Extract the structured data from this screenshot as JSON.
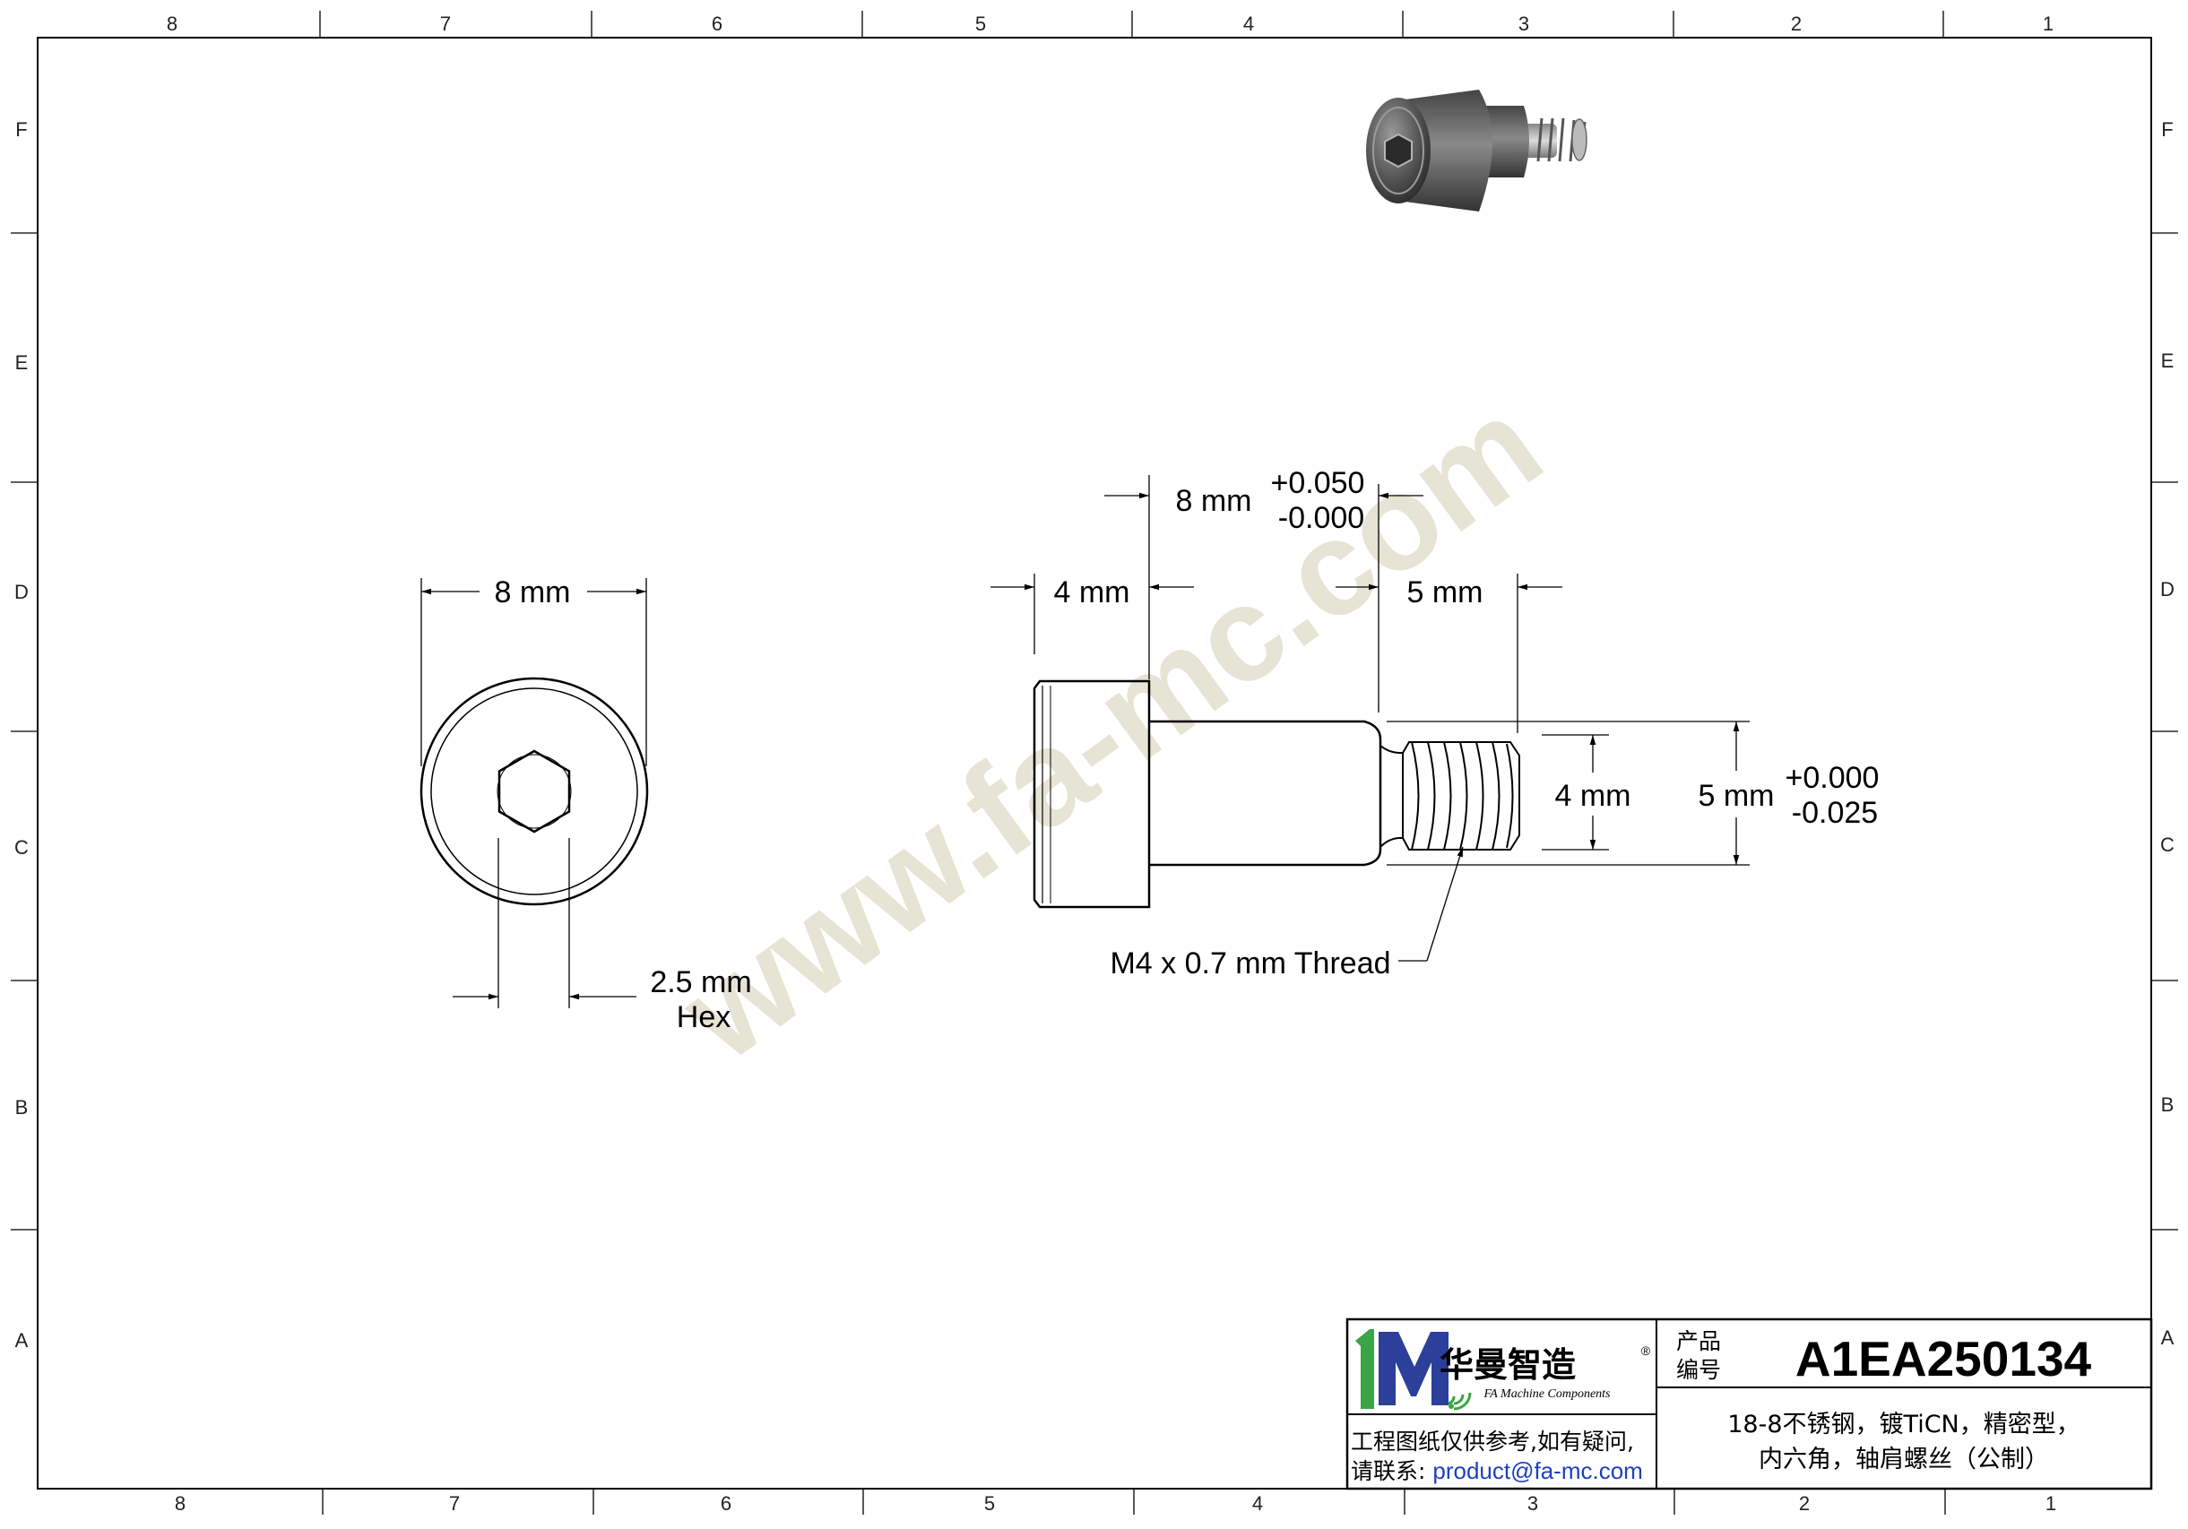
{
  "zones": {
    "columns": [
      "8",
      "7",
      "6",
      "5",
      "4",
      "3",
      "2",
      "1"
    ],
    "rows": [
      "F",
      "E",
      "D",
      "C",
      "B",
      "A"
    ]
  },
  "watermark": "www.fa-mc.com",
  "front_view": {
    "diameter_label": "8 mm",
    "hex_size_label": "2.5 mm",
    "hex_word": "Hex"
  },
  "side_view": {
    "head_height_label": "4 mm",
    "shoulder_length_label": "8 mm",
    "shoulder_length_tol_plus": "+0.050",
    "shoulder_length_tol_minus": "-0.000",
    "thread_length_label": "5 mm",
    "thread_diameter_label": "4 mm",
    "shoulder_diameter_label": "5 mm",
    "shoulder_diameter_tol_plus": "+0.000",
    "shoulder_diameter_tol_minus": "-0.025",
    "thread_callout": "M4 x 0.7 mm Thread"
  },
  "title_block": {
    "brand_cn": "华曼智造",
    "brand_en": "FA Machine Components",
    "registered": "®",
    "product_no_label_1": "产品",
    "product_no_label_2": "编号",
    "product_no": "A1EA250134",
    "description_line1": "18-8不锈钢，镀TiCN，精密型，",
    "description_line2": "内六角，轴肩螺丝（公制）",
    "disclaimer_line1": "工程图纸仅供参考,如有疑问,",
    "disclaimer_line2_prefix": "请联系: ",
    "contact_email": "product@fa-mc.com"
  },
  "colors": {
    "watermark": "#e6e4d4",
    "logo_blue": "#2c3f9a",
    "logo_green": "#3aa544",
    "email_blue": "#1f3fbf"
  }
}
